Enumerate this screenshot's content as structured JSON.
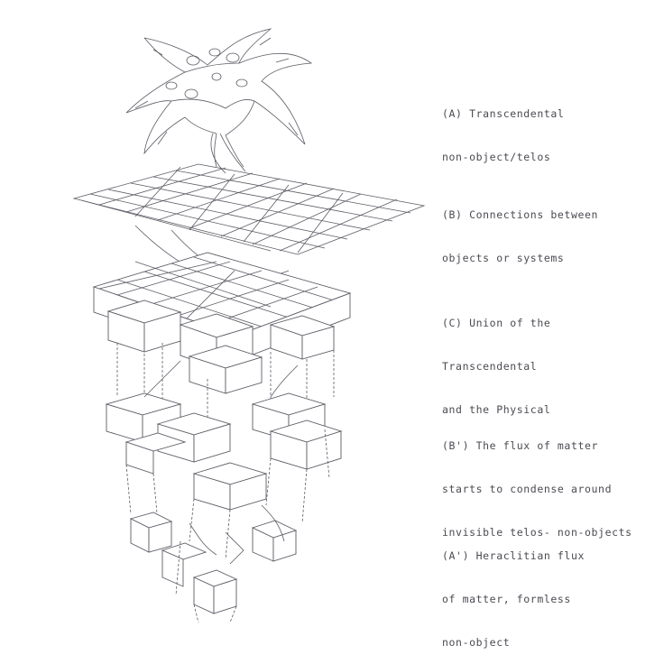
{
  "labels": [
    {
      "id": "A",
      "lines": [
        "(A) Transcendental",
        "non-object/telos"
      ]
    },
    {
      "id": "B",
      "lines": [
        "(B) Connections between",
        "objects or systems"
      ]
    },
    {
      "id": "C",
      "lines": [
        "(C) Union of the",
        "Transcendental",
        "and the Physical"
      ]
    },
    {
      "id": "B1",
      "lines": [
        "(B') The flux of matter",
        "starts to condense around",
        "invisible telos- non-objects"
      ]
    },
    {
      "id": "A1",
      "lines": [
        "(A') Heraclitian flux",
        "of matter, formless",
        "non-object"
      ]
    }
  ],
  "colors": {
    "line": "#5c5c66",
    "text": "#4a4a52",
    "background": "#ffffff"
  }
}
